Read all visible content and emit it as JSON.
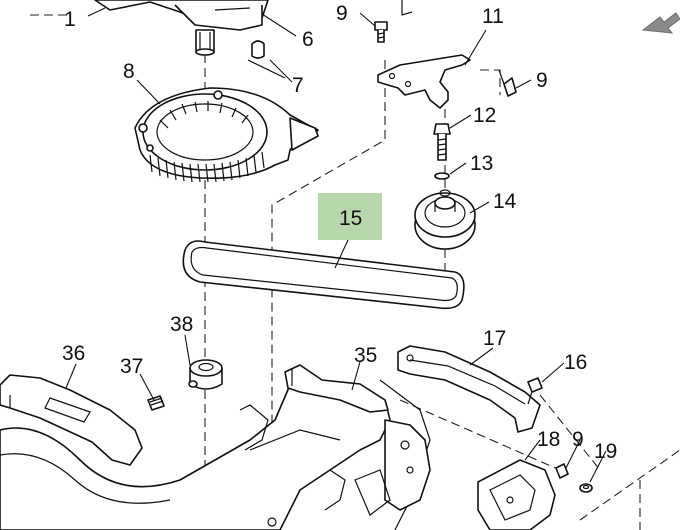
{
  "callouts": {
    "c1": "1",
    "c6": "6",
    "c7": "7",
    "c8": "8",
    "c9a": "9",
    "c9b": "9",
    "c9c": "9",
    "c11": "11",
    "c12": "12",
    "c13": "13",
    "c14": "14",
    "c15": "15",
    "c16": "16",
    "c17": "17",
    "c18": "18",
    "c19": "19",
    "c35": "35",
    "c36": "36",
    "c37": "37",
    "c38": "38"
  },
  "highlighted_part": "15",
  "colors": {
    "highlight": "#b9d7ad",
    "line": "#111111",
    "nav_arrow": "#8a8a8a"
  },
  "icons": {
    "nav": "arrow-down-left-icon"
  }
}
